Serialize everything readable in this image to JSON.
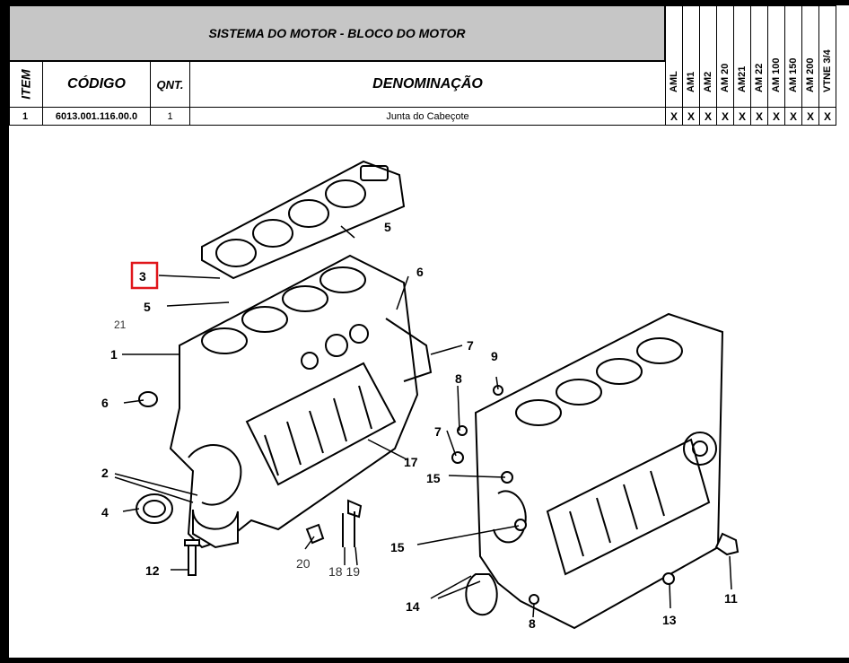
{
  "header": {
    "title": "SISTEMA DO MOTOR - BLOCO DO MOTOR",
    "col_item": "ITEM",
    "col_codigo": "CÓDIGO",
    "col_qnt": "QNT.",
    "col_denominacao": "DENOMINAÇÃO",
    "models": [
      "AML",
      "AM1",
      "AM2",
      "AM 20",
      "AM21",
      "AM 22",
      "AM 100",
      "AM 150",
      "AM 200",
      "VTNE 3/4"
    ]
  },
  "row": {
    "item": "1",
    "codigo": "6013.001.116.00.0",
    "qnt": "1",
    "denominacao": "Junta do Cabeçote",
    "marks": [
      "X",
      "X",
      "X",
      "X",
      "X",
      "X",
      "X",
      "X",
      "X",
      "X"
    ]
  },
  "diagram": {
    "callouts": {
      "c3": "3",
      "c5a": "5",
      "c5b": "5",
      "c21": "21",
      "c1": "1",
      "c6a": "6",
      "c6b": "6",
      "c7a": "7",
      "c7b": "7",
      "c8a": "8",
      "c8b": "8",
      "c9": "9",
      "c2": "2",
      "c4": "4",
      "c12": "12",
      "c20": "20",
      "c18_19": "18 19",
      "c17": "17",
      "c15a": "15",
      "c15b": "15",
      "c14": "14",
      "c13": "13",
      "c11": "11"
    },
    "highlight_color": "#e0161b"
  }
}
